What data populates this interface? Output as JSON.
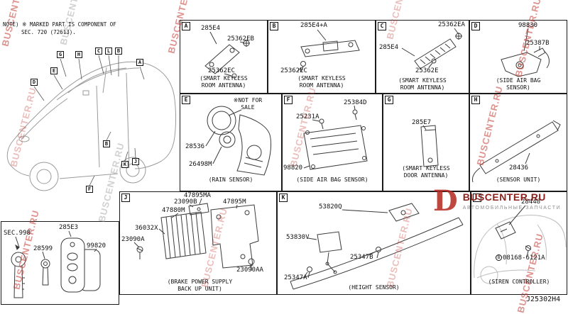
{
  "note": {
    "line1": "NOTE) ※ MARKED PART IS COMPONENT OF",
    "line2": "SEC. 720 (72613)."
  },
  "diagram_id": "J25302H4",
  "watermark": {
    "text": "BUSCENTER.RU"
  },
  "logo": {
    "mark": "D",
    "title": "BUSCENTER.RU",
    "subtitle": "АВТОМОБИЛЬНЫЕ ЗАПЧАСТИ"
  },
  "car": {
    "callouts": [
      "G",
      "H",
      "C",
      "L",
      "B",
      "E",
      "D",
      "A",
      "B",
      "K",
      "J",
      "F"
    ]
  },
  "panels": {
    "a": {
      "letter": "A",
      "caption": "(SMART KEYLESS\nROOM ANTENNA)",
      "parts": [
        "285E4",
        "25362EB",
        "25362EC"
      ]
    },
    "b": {
      "letter": "B",
      "caption": "(SMART KEYLESS\nROOM ANTENNA)",
      "parts": [
        "285E4+A",
        "25362EC"
      ]
    },
    "c": {
      "letter": "C",
      "caption": "(SMART KEYLESS\nROOM ANTENNA)",
      "parts": [
        "25362EA",
        "285E4",
        "25362E"
      ]
    },
    "d": {
      "letter": "D",
      "caption": "(SIDE AIR BAG\nSENSOR)",
      "parts": [
        "98830",
        "25387B"
      ]
    },
    "e": {
      "letter": "E",
      "caption": "(RAIN SENSOR)",
      "sale_note": "※NOT FOR\nSALE",
      "parts": [
        "28536",
        "26498M"
      ]
    },
    "f": {
      "letter": "F",
      "caption": "(SIDE AIR BAG SENSOR)",
      "parts": [
        "25231A",
        "25384D",
        "98820"
      ]
    },
    "g": {
      "letter": "G",
      "caption": "(SMART KEYLESS\nDOOR ANTENNA)",
      "parts": [
        "285E7"
      ]
    },
    "h": {
      "letter": "H",
      "caption": "(SENSOR UNIT)",
      "parts": [
        "28436"
      ]
    },
    "j": {
      "letter": "J",
      "caption": "(BRAKE POWER SUPPLY\nBACK UP UNIT)",
      "parts": [
        "47895MA",
        "23090B",
        "47895M",
        "47880M",
        "36032X",
        "23090A",
        "23090AA"
      ]
    },
    "k": {
      "letter": "K",
      "caption": "(HEIGHT SENSOR)",
      "parts": [
        "53820Q",
        "53830V",
        "25347B",
        "25347A"
      ]
    },
    "l": {
      "letter": "L",
      "caption": "(SIREN CONTROLLER)",
      "parts": [
        "28448"
      ],
      "bolt_prefix": "B",
      "bolt_number": "08168-6121A"
    },
    "keys": {
      "sec": "SEC.998",
      "parts": [
        "28599",
        "285E3",
        "99820"
      ]
    }
  }
}
